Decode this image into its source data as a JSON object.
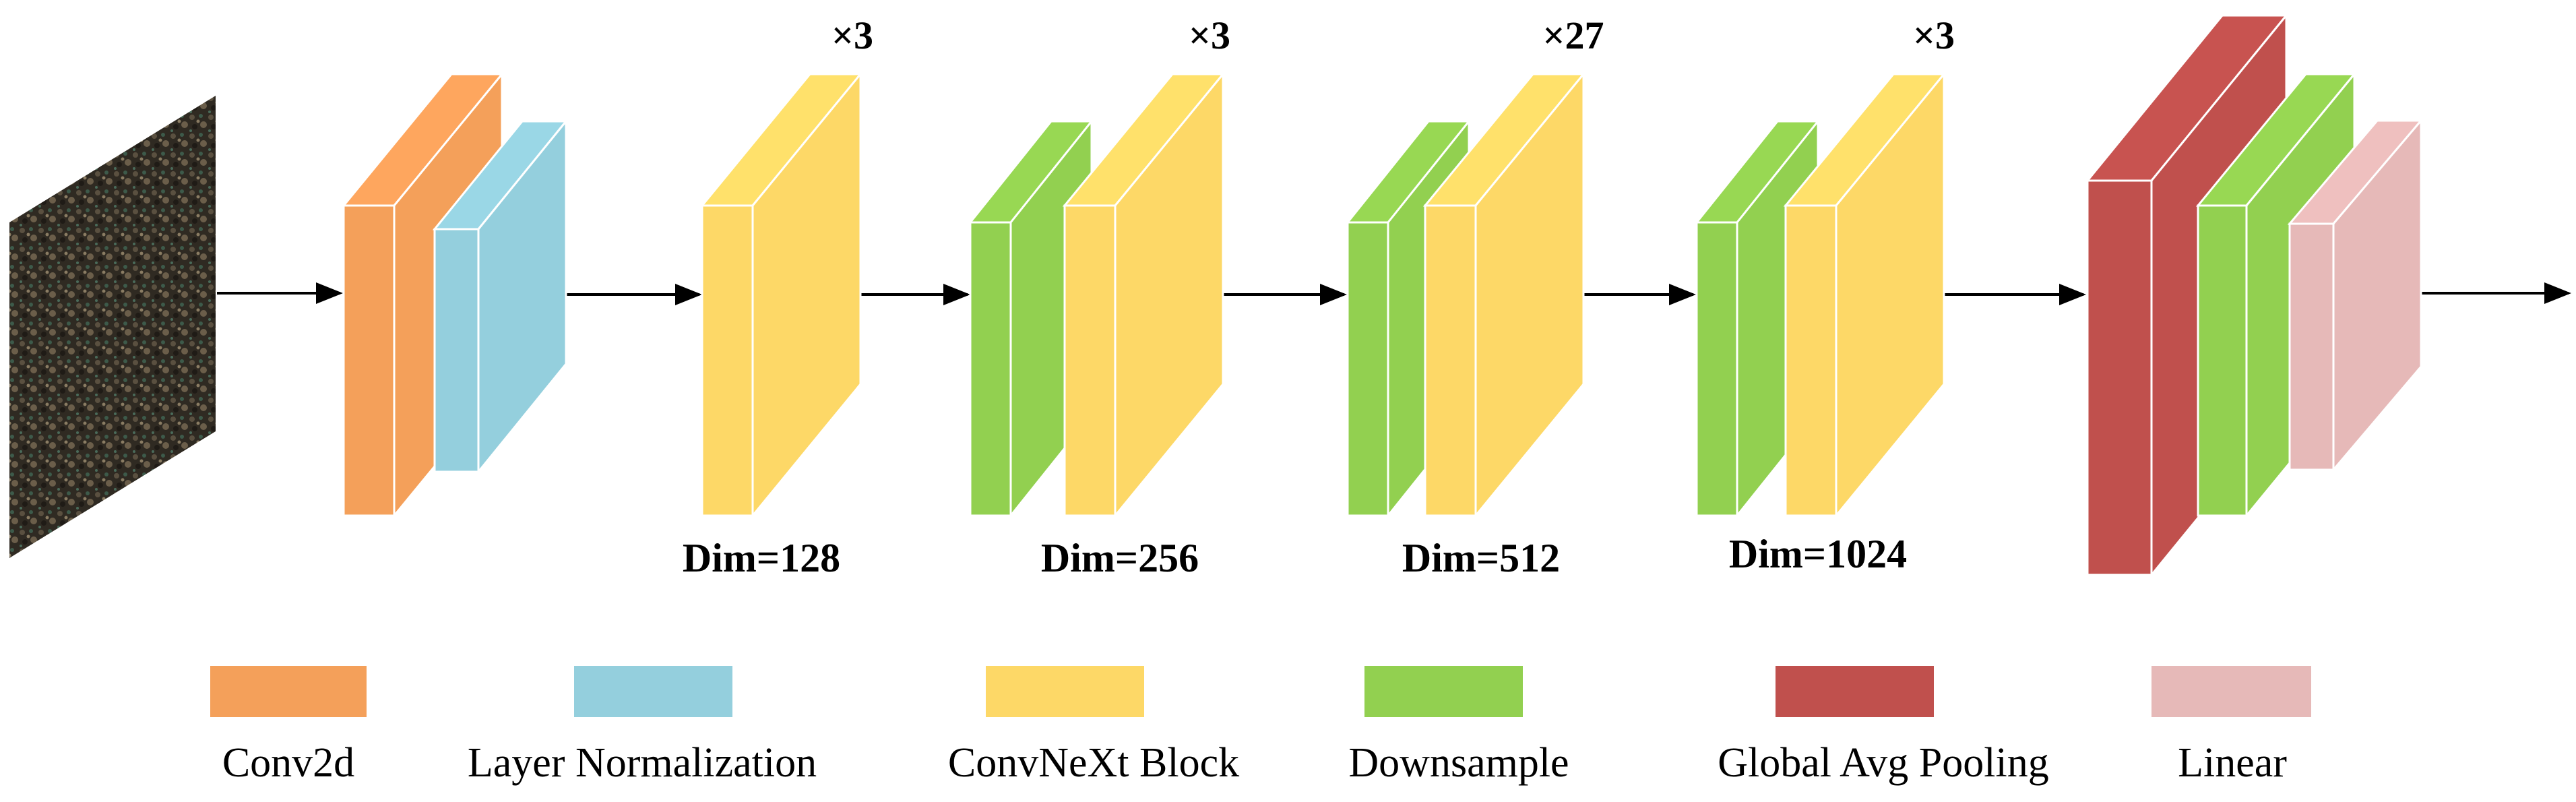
{
  "colors": {
    "conv2d": "#F4A05A",
    "layer_norm": "#94CFDD",
    "convnext": "#FDD867",
    "downsample": "#92D050",
    "global_avg_pool": "#C0504D",
    "linear": "#E6B9B8",
    "arrow": "#000000",
    "edge": "#ffffff"
  },
  "diagram": {
    "input_image": {
      "icon": "satellite-image"
    },
    "stages": [
      {
        "repeat": "×3",
        "dim": "Dim=128"
      },
      {
        "repeat": "×3",
        "dim": "Dim=256"
      },
      {
        "repeat": "×27",
        "dim": "Dim=512"
      },
      {
        "repeat": "×3",
        "dim": "Dim=1024"
      }
    ]
  },
  "legend": [
    {
      "key": "conv2d",
      "label": "Conv2d"
    },
    {
      "key": "layer_norm",
      "label": "Layer Normalization"
    },
    {
      "key": "convnext",
      "label": "ConvNeXt Block"
    },
    {
      "key": "downsample",
      "label": "Downsample"
    },
    {
      "key": "global_avg_pool",
      "label": "Global Avg Pooling"
    },
    {
      "key": "linear",
      "label": "Linear"
    }
  ]
}
